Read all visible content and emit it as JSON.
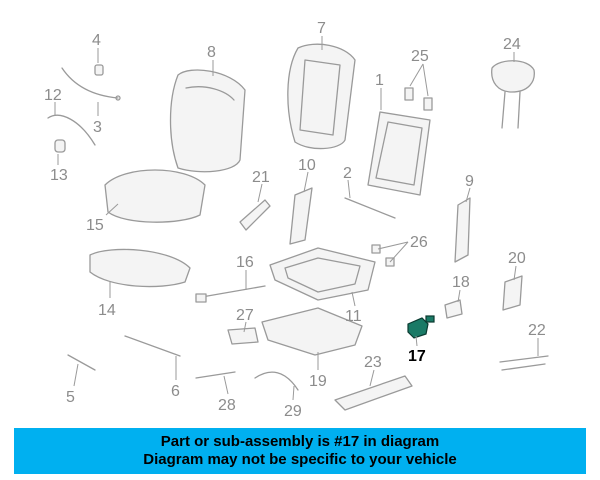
{
  "diagram": {
    "highlighted_part": "17",
    "highlight_color": "#1a7a66",
    "callouts": [
      "1",
      "2",
      "3",
      "4",
      "5",
      "6",
      "7",
      "8",
      "9",
      "10",
      "11",
      "12",
      "13",
      "14",
      "15",
      "16",
      "17",
      "18",
      "19",
      "20",
      "21",
      "22",
      "23",
      "24",
      "25",
      "26",
      "27",
      "28",
      "29"
    ]
  },
  "banner": {
    "line1": "Part or sub-assembly is #17 in diagram",
    "line2": "Diagram may not be specific to your vehicle",
    "background": "#00b0f0"
  }
}
